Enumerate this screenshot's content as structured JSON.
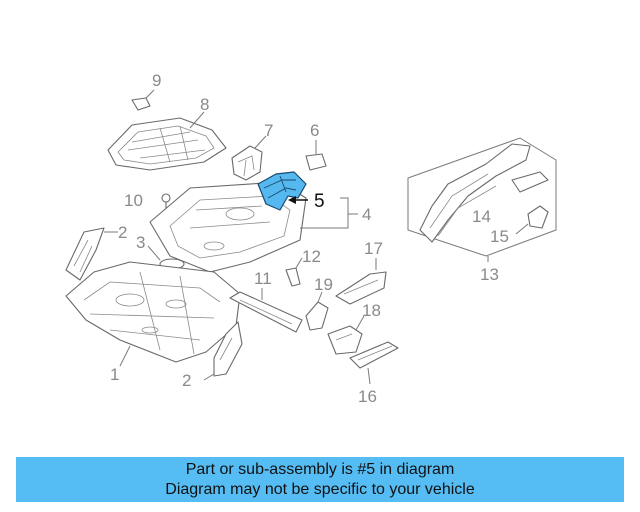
{
  "diagram": {
    "callouts": {
      "n1": "1",
      "n2a": "2",
      "n2b": "2",
      "n3": "3",
      "n4": "4",
      "n5": "5",
      "n6": "6",
      "n7": "7",
      "n8": "8",
      "n9": "9",
      "n10": "10",
      "n11": "11",
      "n12": "12",
      "n13": "13",
      "n14": "14",
      "n15": "15",
      "n16": "16",
      "n17": "17",
      "n18": "18",
      "n19": "19"
    },
    "highlight_color": "#55b8ee"
  },
  "banner": {
    "line1": "Part or sub-assembly is #5 in diagram",
    "line2": "Diagram may not be specific to your vehicle",
    "color": "#55bdf4"
  }
}
